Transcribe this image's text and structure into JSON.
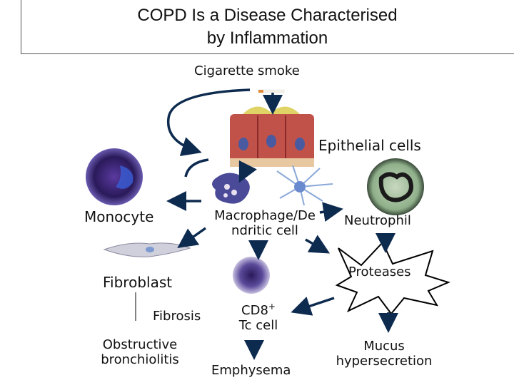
{
  "title_line1": "COPD Is a Disease Characterised",
  "title_line2": "by Inflammation",
  "nodes": {
    "cigarette_smoke": "Cigarette smoke",
    "epithelial_cells": "Epithelial cells",
    "monocyte": "Monocyte",
    "macrophage_line1": "Macrophage/De",
    "macrophage_line2": "ndritic cell",
    "neutrophil": "Neutrophil",
    "fibroblast": "Fibroblast",
    "proteases": "Proteases",
    "fibrosis": "Fibrosis",
    "cd8_line1": "CD8",
    "cd8_sup": "+",
    "cd8_line2": "Tc cell",
    "obstructive_line1": "Obstructive",
    "obstructive_line2": "bronchiolitis",
    "emphysema": "Emphysema",
    "mucus_line1": "Mucus",
    "mucus_line2": "hypersecretion"
  },
  "colors": {
    "arrow": "#0d2a4f",
    "neutrophil_bg": "#8fb08a",
    "monocyte": "#2a1a5a",
    "cd8": "#5a4a9a"
  }
}
